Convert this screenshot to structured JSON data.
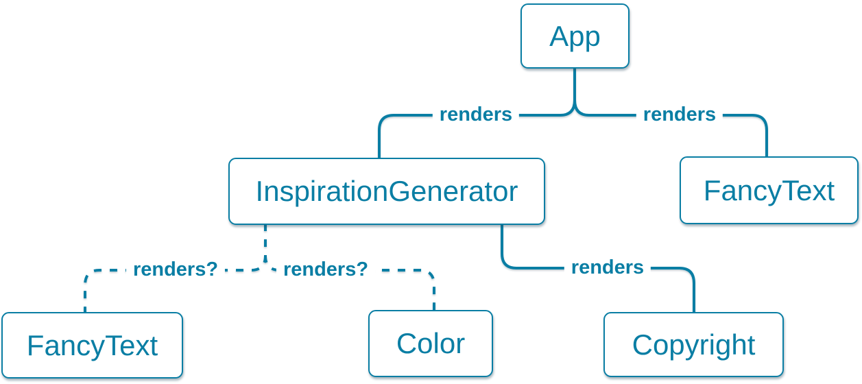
{
  "diagram_type": "react-component-render-tree",
  "colors": {
    "accent": "#0a7ea4",
    "node_fill": "#ffffff",
    "background": "#ffffff"
  },
  "nodes": {
    "app": {
      "label": "App"
    },
    "inspiration_generator": {
      "label": "InspirationGenerator"
    },
    "fancy_text_top": {
      "label": "FancyText"
    },
    "fancy_text_bottom": {
      "label": "FancyText"
    },
    "color_node": {
      "label": "Color"
    },
    "copyright": {
      "label": "Copyright"
    }
  },
  "edges": {
    "app_to_inspiration_generator": {
      "from": "App",
      "to": "InspirationGenerator",
      "label": "renders",
      "line_style": "solid"
    },
    "app_to_fancy_text": {
      "from": "App",
      "to": "FancyText",
      "label": "renders",
      "line_style": "solid"
    },
    "inspiration_generator_to_fancy_text": {
      "from": "InspirationGenerator",
      "to": "FancyText",
      "label": "renders?",
      "line_style": "dashed"
    },
    "inspiration_generator_to_color": {
      "from": "InspirationGenerator",
      "to": "Color",
      "label": "renders?",
      "line_style": "dashed"
    },
    "inspiration_generator_to_copyright": {
      "from": "InspirationGenerator",
      "to": "Copyright",
      "label": "renders",
      "line_style": "solid"
    }
  }
}
